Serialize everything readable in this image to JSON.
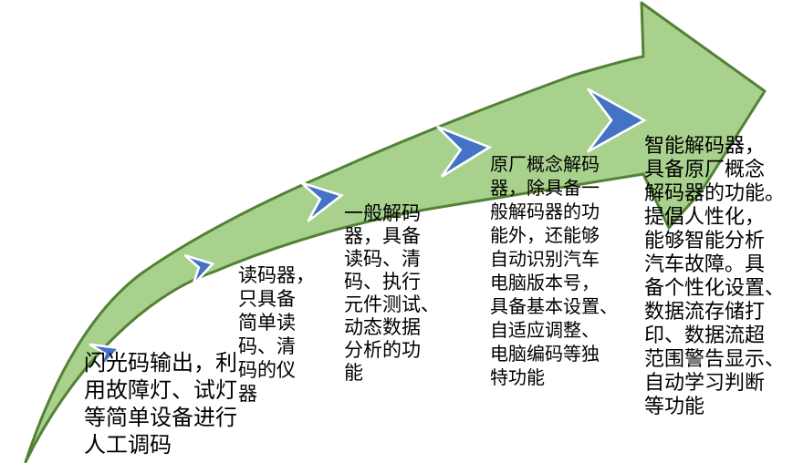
{
  "diagram": {
    "title": "",
    "type": "staged-growth-arrow",
    "colors": {
      "arrow_fill": "#A9D18E",
      "arrow_border": "#538135",
      "chevron_fill": "#4472C4",
      "chevron_border": "#FFFFFF",
      "text": "#000000",
      "background": "#FFFFFF"
    },
    "stages": [
      {
        "text": "闪光码输出，利\n用故障灯、试灯\n等简单设备进行\n人工调码"
      },
      {
        "text": "读码器，\n只具备\n简单读\n码、清\n码的仪\n器"
      },
      {
        "text": "一般解码\n器，具备\n读码、清\n码、执行\n元件测试、\n动态数据\n分析的功\n能"
      },
      {
        "text": "原厂概念解码\n器，除具备一\n般解码器的功\n能外，还能够\n自动识别汽车\n电脑版本号，\n具备基本设置、\n自适应调整、\n电脑编码等独\n特功能"
      },
      {
        "text": "智能解码器，\n具备原厂概念\n解码器的功能。\n提倡人性化，\n能够智能分析\n汽车故障。具\n备个性化设置、\n数据流存储打\n印、数据流超\n范围警告显示、\n自动学习判断\n等功能"
      }
    ]
  }
}
